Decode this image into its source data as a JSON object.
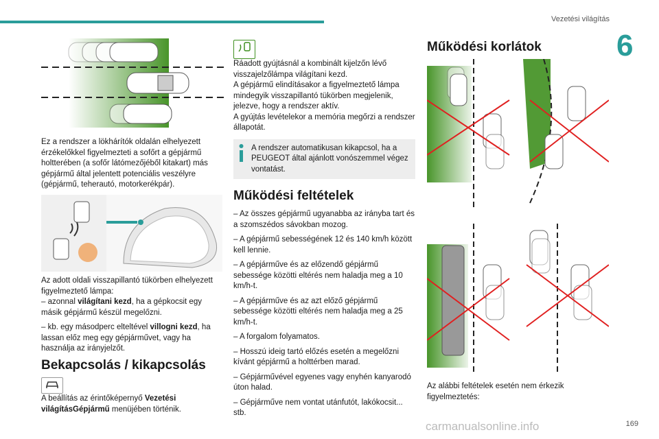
{
  "header": {
    "title": "Vezetési világítás",
    "chapter": "6",
    "page": "169"
  },
  "watermark": "carmanualsonline.info",
  "col1": {
    "p1": "Ez a rendszer a lökhárítók oldalán elhelyezett érzékelőkkel figyelmezteti a sofőrt a gépjármű holtterében (a sofőr látómezőjéből kitakart) más gépjármű által jelentett potenciális veszélyre (gépjármű, teherautó, motorkerékpár).",
    "p2": "Az adott oldali visszapillantó tükörben elhelyezett figyelmeztető lámpa:",
    "b1_pre": "– azonnal ",
    "b1_bold": "világítani kezd",
    "b1_post": ", ha a gépkocsit egy másik gépjármű készül megelőzni.",
    "b2_pre": "– kb. egy másodperc elteltével ",
    "b2_bold": "villogni kezd",
    "b2_post": ", ha lassan előz meg egy gépjárművet, vagy ha használja az irányjelzőt.",
    "h_onoff": "Bekapcsolás / kikapcsolás",
    "onoff_pre": "A beállítás az érintőképernyő ",
    "onoff_bold": "Vezetési világításGépjármű",
    "onoff_post": " menüjében történik."
  },
  "col2": {
    "p1": "Ráadott gyújtásnál a kombinált kijelzőn lévő visszajelzőlámpa világítani kezd.",
    "p2": "A gépjármű elindításakor a figyelmeztető lámpa mindegyik visszapillantó tükörben megjelenik, jelezve, hogy a rendszer aktív.",
    "p3": "A gyújtás levételekor a memória megőrzi a rendszer állapotát.",
    "info": "A rendszer automatikusan kikapcsol, ha a PEUGEOT által ajánlott vonószemmel végez vontatást.",
    "h_cond": "Működési feltételek",
    "conditions": [
      "– Az összes gépjármű ugyanabba az irányba tart és a szomszédos sávokban mozog.",
      "– A gépjármű sebességének 12 és 140 km/h között kell lennie.",
      "– A gépjárműve és az előzendő gépjármű sebessége közötti eltérés nem haladja meg a 10 km/h-t.",
      "– A gépjárműve és az azt előző gépjármű sebessége közötti eltérés nem haladja meg a 25 km/h-t.",
      "– A forgalom folyamatos.",
      "– Hosszú ideig tartó előzés esetén a megelőzni kívánt gépjármű a holttérben marad.",
      "– Gépjárművével egyenes vagy enyhén kanyarodó úton halad.",
      "– Gépjárműve nem vontat utánfutót, lakókocsit... stb."
    ]
  },
  "col3": {
    "h_limits": "Működési korlátok",
    "p_bottom": "Az alábbi feltételek esetén nem érkezik figyelmeztetés:"
  },
  "colors": {
    "accent": "#2a9d9a",
    "green": "#3f8f1f",
    "red": "#e02020"
  }
}
